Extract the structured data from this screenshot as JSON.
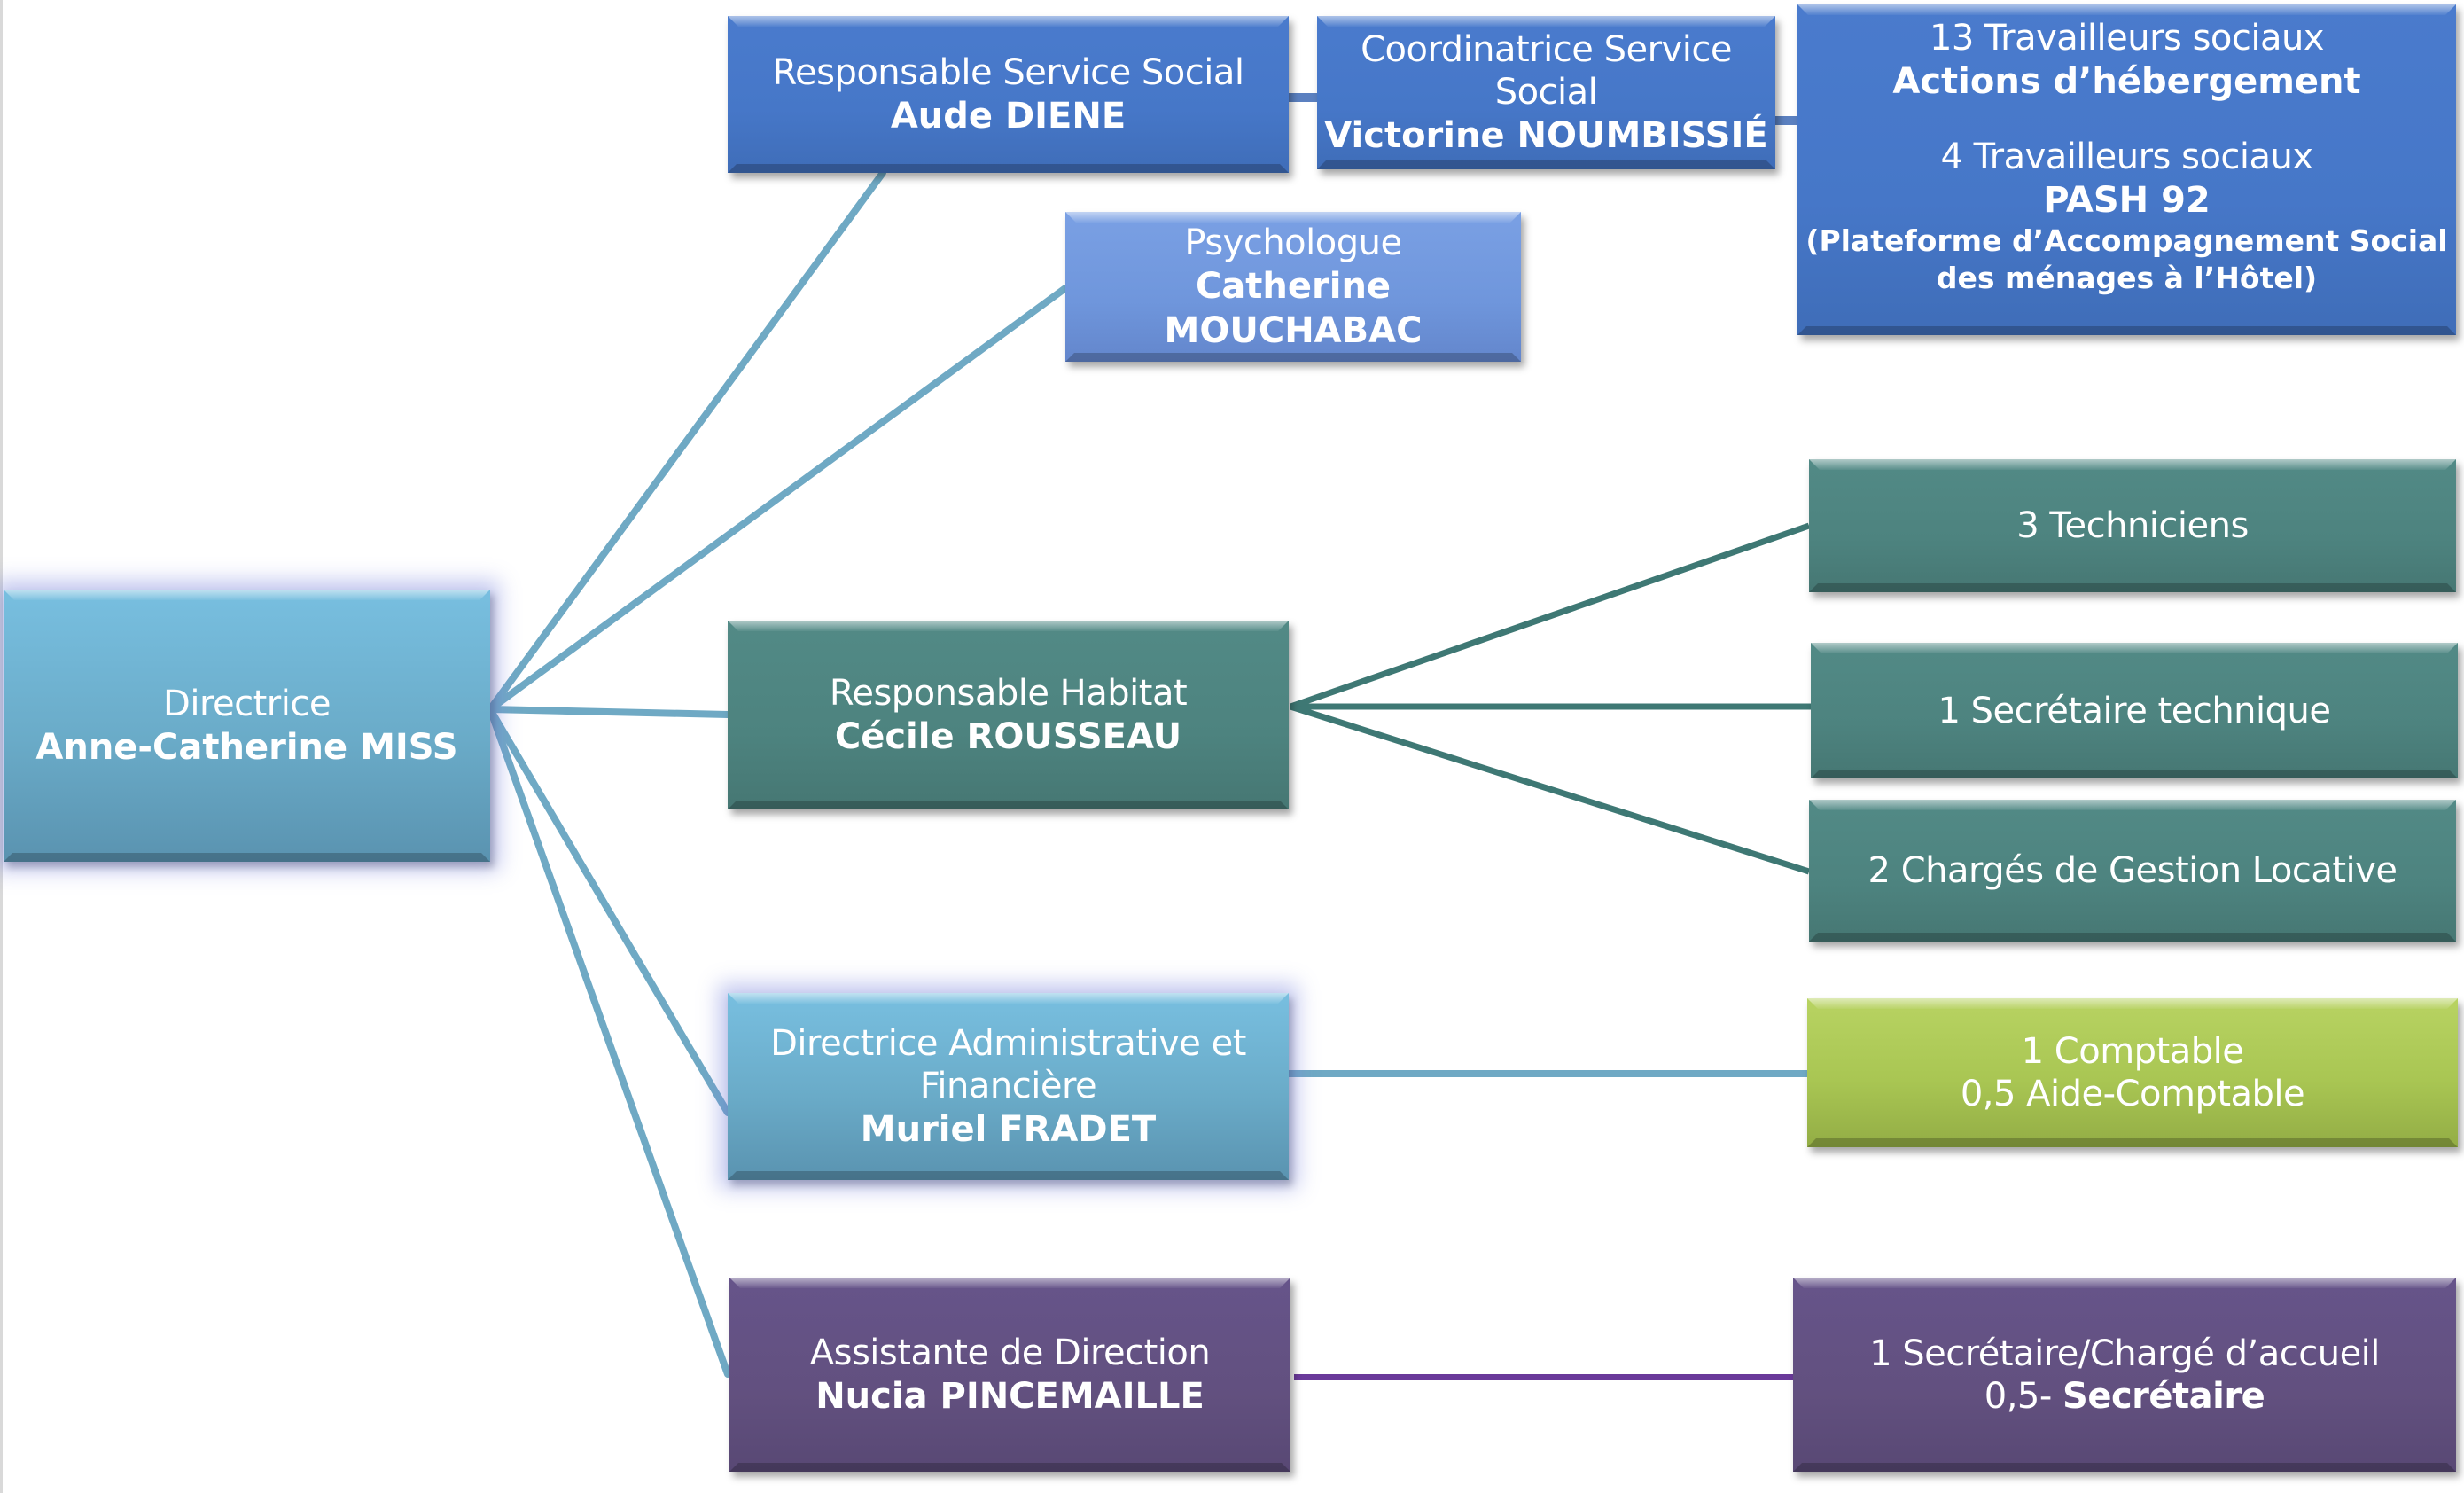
{
  "chart": {
    "root": {
      "title": "Directrice",
      "name": "Anne-Catherine MISS",
      "color": "#6aabc8"
    },
    "social": {
      "head": {
        "title": "Responsable Service Social",
        "name": "Aude DIENE",
        "color": "#4677c8"
      },
      "coordinator": {
        "title_line1": "Coordinatrice Service",
        "title_line2": "Social",
        "name": "Victorine NOUMBISSIÉ",
        "color": "#4677c8"
      },
      "teams": {
        "team1_count": "13 Travailleurs sociaux",
        "team1_name": "Actions d’hébergement",
        "team2_count": "4 Travailleurs sociaux",
        "team2_name": "PASH 92",
        "team2_desc_line1": "(Plateforme d’Accompagnement Social",
        "team2_desc_line2": "des ménages à l’Hôtel)",
        "color": "#4677c8"
      }
    },
    "psychologist": {
      "title": "Psychologue",
      "name_line1": "Catherine",
      "name_line2": "MOUCHABAC",
      "color": "#6f96dc"
    },
    "habitat": {
      "head": {
        "title": "Responsable Habitat",
        "name": "Cécile ROUSSEAU",
        "color": "#4d837f"
      },
      "staff": [
        {
          "label": "3 Techniciens"
        },
        {
          "label": "1 Secrétaire technique"
        },
        {
          "label": "2 Chargés de Gestion Locative"
        }
      ]
    },
    "finance": {
      "head": {
        "title_line1": "Directrice Administrative et",
        "title_line2": "Financière",
        "name": "Muriel FRADET",
        "color": "#6aabc8"
      },
      "staff": {
        "line1": "1 Comptable",
        "line2": "0,5 Aide-Comptable",
        "color": "#a9c653"
      }
    },
    "assistant": {
      "head": {
        "title": "Assistante de Direction",
        "name": "Nucia PINCEMAILLE",
        "color": "#62507f"
      },
      "staff": {
        "line1": "1 Secrétaire/Chargé d’accueil",
        "line2_prefix": "0,5- ",
        "line2_bold": "Secrétaire"
      }
    },
    "connector_colors": {
      "root": "#6fa9c4",
      "social": "#5b80c0",
      "habitat": "#3e7874",
      "finance": "#6fa9c4",
      "assistant": "#6a3a9a"
    }
  }
}
